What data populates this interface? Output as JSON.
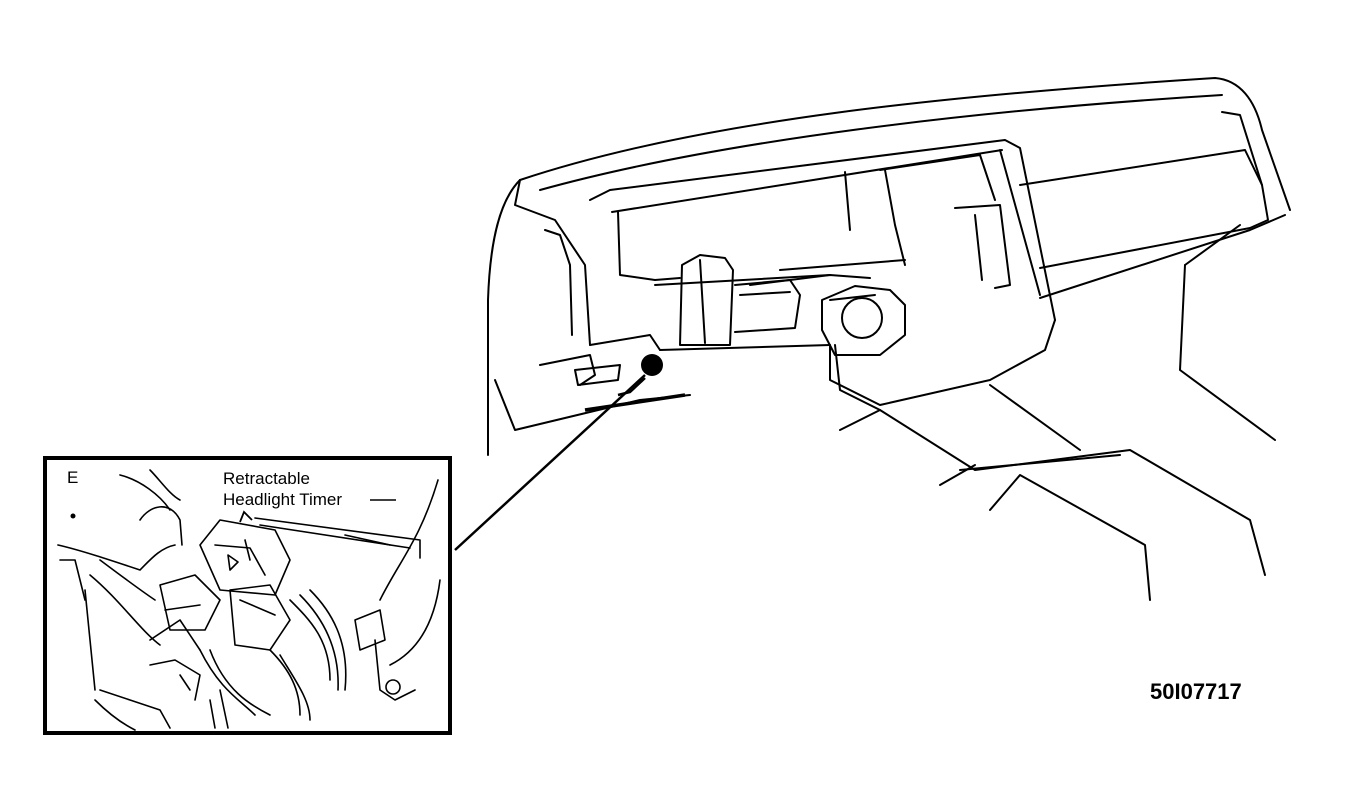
{
  "figure": {
    "inset_letter": "E",
    "callout_line1": "Retractable",
    "callout_line2": "Headlight Timer",
    "figure_code": "50I07717"
  }
}
